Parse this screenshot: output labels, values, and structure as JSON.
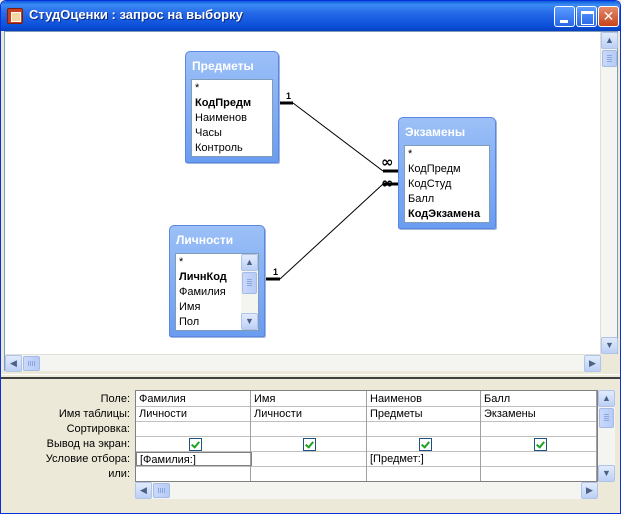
{
  "window": {
    "title": "СтудОценки : запрос на выборку",
    "icon": "access-query-icon",
    "buttons": [
      "minimize-icon",
      "maximize-icon",
      "close-icon"
    ]
  },
  "tables": [
    {
      "name": "Предметы",
      "fields": [
        "*",
        "КодПредм",
        "Наименов",
        "Часы",
        "Контроль"
      ],
      "primary_key": "КодПредм"
    },
    {
      "name": "Экзамены",
      "fields": [
        "*",
        "КодПредм",
        "КодСтуд",
        "Балл",
        "КодЭкзамена"
      ],
      "primary_key": "КодЭкзамена"
    },
    {
      "name": "Личности",
      "fields": [
        "*",
        "ЛичнКод",
        "Фамилия",
        "Имя",
        "Пол"
      ],
      "primary_key": "ЛичнКод"
    }
  ],
  "relations": [
    {
      "from": "Предметы",
      "to": "Экзамены",
      "from_label": "1",
      "to_label": "∞"
    },
    {
      "from": "Личности",
      "to": "Экзамены",
      "from_label": "1",
      "to_label": "∞"
    }
  ],
  "design_grid": {
    "row_labels": [
      "Поле:",
      "Имя таблицы:",
      "Сортировка:",
      "Вывод на экран:",
      "Условие отбора:",
      "или:"
    ],
    "columns": [
      {
        "field": "Фамилия",
        "table": "Личности",
        "sort": "",
        "show": true,
        "criteria": "[Фамилия:]",
        "or": ""
      },
      {
        "field": "Имя",
        "table": "Личности",
        "sort": "",
        "show": true,
        "criteria": "",
        "or": ""
      },
      {
        "field": "Наименов",
        "table": "Предметы",
        "sort": "",
        "show": true,
        "criteria": "[Предмет:]",
        "or": ""
      },
      {
        "field": "Балл",
        "table": "Экзамены",
        "sort": "",
        "show": true,
        "criteria": "",
        "or": ""
      }
    ]
  },
  "colors": {
    "title_bar": "#2669e8",
    "table_header": "#7aa7f2",
    "selection": "#316ac5"
  }
}
